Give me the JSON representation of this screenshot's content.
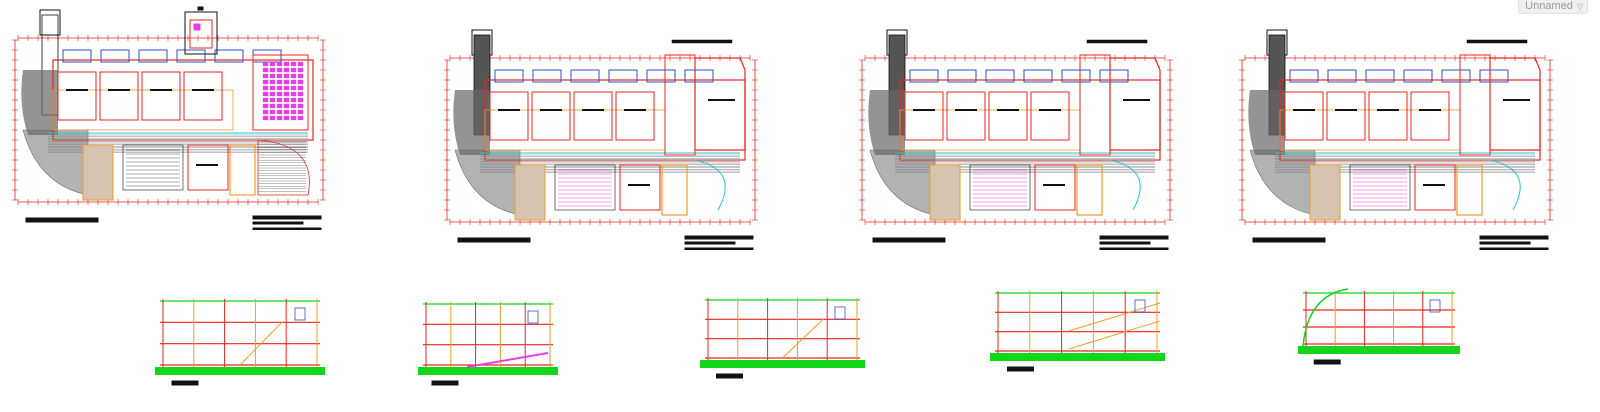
{
  "view_selector": {
    "label": "Unnamed",
    "chevron": "chevron-down-icon"
  },
  "colors": {
    "background": "#ffffff",
    "wall_red": "#e8261e",
    "orange": "#f29b2a",
    "green_ground": "#12d61a",
    "magenta": "#e83ee8",
    "blue": "#2b52c8",
    "cyan": "#1fc7d6",
    "black": "#111111",
    "gray_hatch": "#808080"
  },
  "drawing": {
    "floor_plans": 4,
    "sections": 5
  }
}
